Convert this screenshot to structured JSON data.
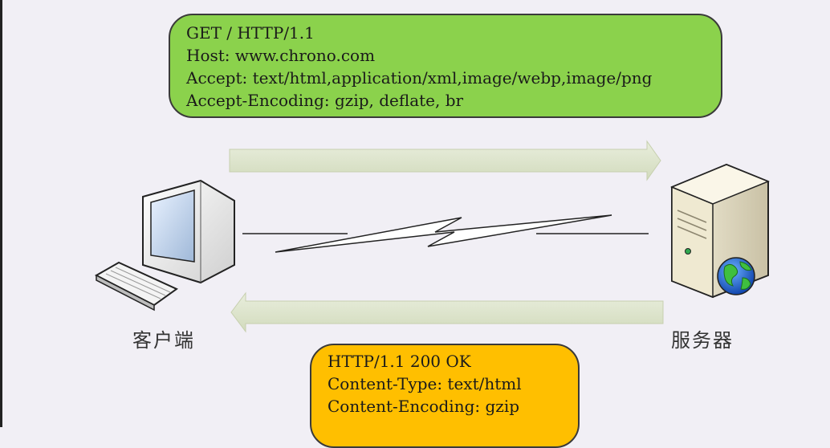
{
  "request": {
    "lines": [
      "GET / HTTP/1.1",
      "Host: www.chrono.com",
      "Accept: text/html,application/xml,image/webp,image/png",
      "Accept-Encoding: gzip, deflate, br"
    ]
  },
  "response": {
    "lines": [
      "HTTP/1.1 200 OK",
      "Content-Type: text/html",
      "Content-Encoding: gzip"
    ]
  },
  "labels": {
    "client": "客户端",
    "server": "服务器"
  },
  "icons": {
    "client": "desktop-computer-icon",
    "server": "server-tower-icon",
    "globe": "globe-icon"
  },
  "colors": {
    "request_box": "#8bd24c",
    "response_box": "#ffbf00",
    "arrows": "#dde4cc",
    "background": "#f1eff5"
  }
}
